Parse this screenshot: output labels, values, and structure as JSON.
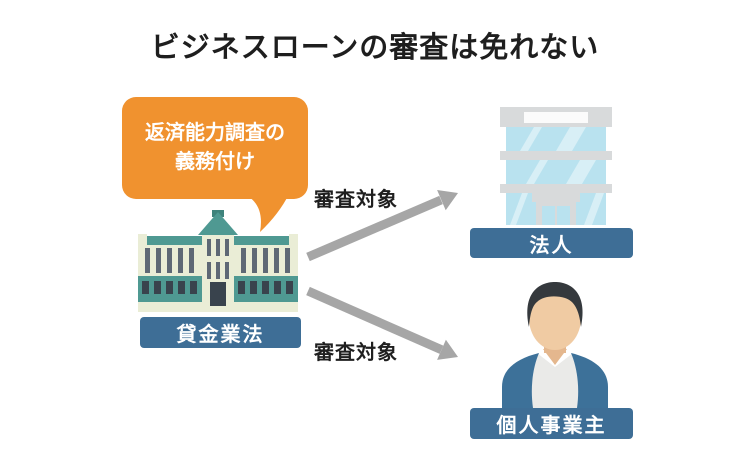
{
  "title": "ビジネスローンの審査は免れない",
  "bubble": {
    "line1": "返済能力調査の",
    "line2": "義務付け"
  },
  "source": {
    "label": "貸金業法",
    "icon": "bank-icon"
  },
  "arrows": [
    {
      "label": "審査対象",
      "direction": "up-right",
      "to": "法人"
    },
    {
      "label": "審査対象",
      "direction": "down-right",
      "to": "個人事業主"
    }
  ],
  "targets": [
    {
      "label": "法人",
      "icon": "office-building-icon"
    },
    {
      "label": "個人事業主",
      "icon": "businessman-icon"
    }
  ],
  "colors": {
    "title-color": "#1e1e1e",
    "accent-orange": "#F0922F",
    "label-blue": "#3E6E96",
    "arrow-gray": "#A6A6A6",
    "bank-teal": "#4F9992",
    "bank-teal-dark": "#3F837C",
    "bank-wall": "#EAEDD6",
    "bank-window": "#5E6875",
    "bank-door": "#39434D",
    "office-gray": "#D8DADB",
    "office-glass": "#B9E2EF",
    "suit-blue": "#3D7199",
    "skin": "#F0CBA3",
    "skin-shadow": "#E4B78E",
    "hair": "#35393D",
    "shirt": "#EAEAE8"
  }
}
